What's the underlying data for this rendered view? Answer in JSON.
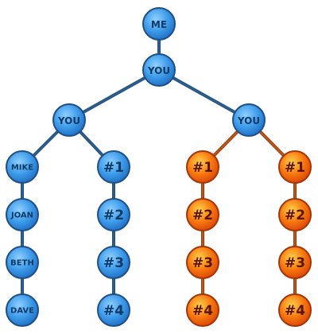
{
  "colors": {
    "blue_fill": "#3d9be9",
    "blue_stroke": "#1f4f86",
    "blue_edge": "#2f5f86",
    "blue_text": "#0d3a66",
    "orange_fill": "#f7770f",
    "orange_stroke": "#a53507",
    "orange_edge": "#b45a1a",
    "orange_text": "#5a1508"
  },
  "nodes": [
    {
      "id": "me",
      "label": "ME",
      "color": "blue"
    },
    {
      "id": "you-root",
      "label": "YOU",
      "color": "blue"
    },
    {
      "id": "you-left",
      "label": "YOU",
      "color": "blue"
    },
    {
      "id": "you-right",
      "label": "YOU",
      "color": "blue"
    },
    {
      "id": "mike",
      "label": "MIKE",
      "color": "blue"
    },
    {
      "id": "joan",
      "label": "JOAN",
      "color": "blue"
    },
    {
      "id": "beth",
      "label": "BETH",
      "color": "blue"
    },
    {
      "id": "dave",
      "label": "DAVE",
      "color": "blue"
    },
    {
      "id": "b1",
      "label": "#1",
      "color": "blue"
    },
    {
      "id": "b2",
      "label": "#2",
      "color": "blue"
    },
    {
      "id": "b3",
      "label": "#3",
      "color": "blue"
    },
    {
      "id": "b4",
      "label": "#4",
      "color": "blue"
    },
    {
      "id": "oa1",
      "label": "#1",
      "color": "orange"
    },
    {
      "id": "oa2",
      "label": "#2",
      "color": "orange"
    },
    {
      "id": "oa3",
      "label": "#3",
      "color": "orange"
    },
    {
      "id": "oa4",
      "label": "#4",
      "color": "orange"
    },
    {
      "id": "ob1",
      "label": "#1",
      "color": "orange"
    },
    {
      "id": "ob2",
      "label": "#2",
      "color": "orange"
    },
    {
      "id": "ob3",
      "label": "#3",
      "color": "orange"
    },
    {
      "id": "ob4",
      "label": "#4",
      "color": "orange"
    }
  ],
  "edges": [
    {
      "from": "me",
      "to": "you-root",
      "color": "blue"
    },
    {
      "from": "you-root",
      "to": "you-left",
      "color": "blue"
    },
    {
      "from": "you-root",
      "to": "you-right",
      "color": "blue"
    },
    {
      "from": "you-left",
      "to": "mike",
      "color": "blue"
    },
    {
      "from": "you-left",
      "to": "b1",
      "color": "blue"
    },
    {
      "from": "mike",
      "to": "joan",
      "color": "blue"
    },
    {
      "from": "joan",
      "to": "beth",
      "color": "blue"
    },
    {
      "from": "beth",
      "to": "dave",
      "color": "blue"
    },
    {
      "from": "b1",
      "to": "b2",
      "color": "blue"
    },
    {
      "from": "b2",
      "to": "b3",
      "color": "blue"
    },
    {
      "from": "b3",
      "to": "b4",
      "color": "blue"
    },
    {
      "from": "you-right",
      "to": "oa1",
      "color": "orange"
    },
    {
      "from": "you-right",
      "to": "ob1",
      "color": "orange"
    },
    {
      "from": "oa1",
      "to": "oa2",
      "color": "orange"
    },
    {
      "from": "oa2",
      "to": "oa3",
      "color": "orange"
    },
    {
      "from": "oa3",
      "to": "oa4",
      "color": "orange"
    },
    {
      "from": "ob1",
      "to": "ob2",
      "color": "orange"
    },
    {
      "from": "ob2",
      "to": "ob3",
      "color": "orange"
    },
    {
      "from": "ob3",
      "to": "ob4",
      "color": "orange"
    }
  ]
}
